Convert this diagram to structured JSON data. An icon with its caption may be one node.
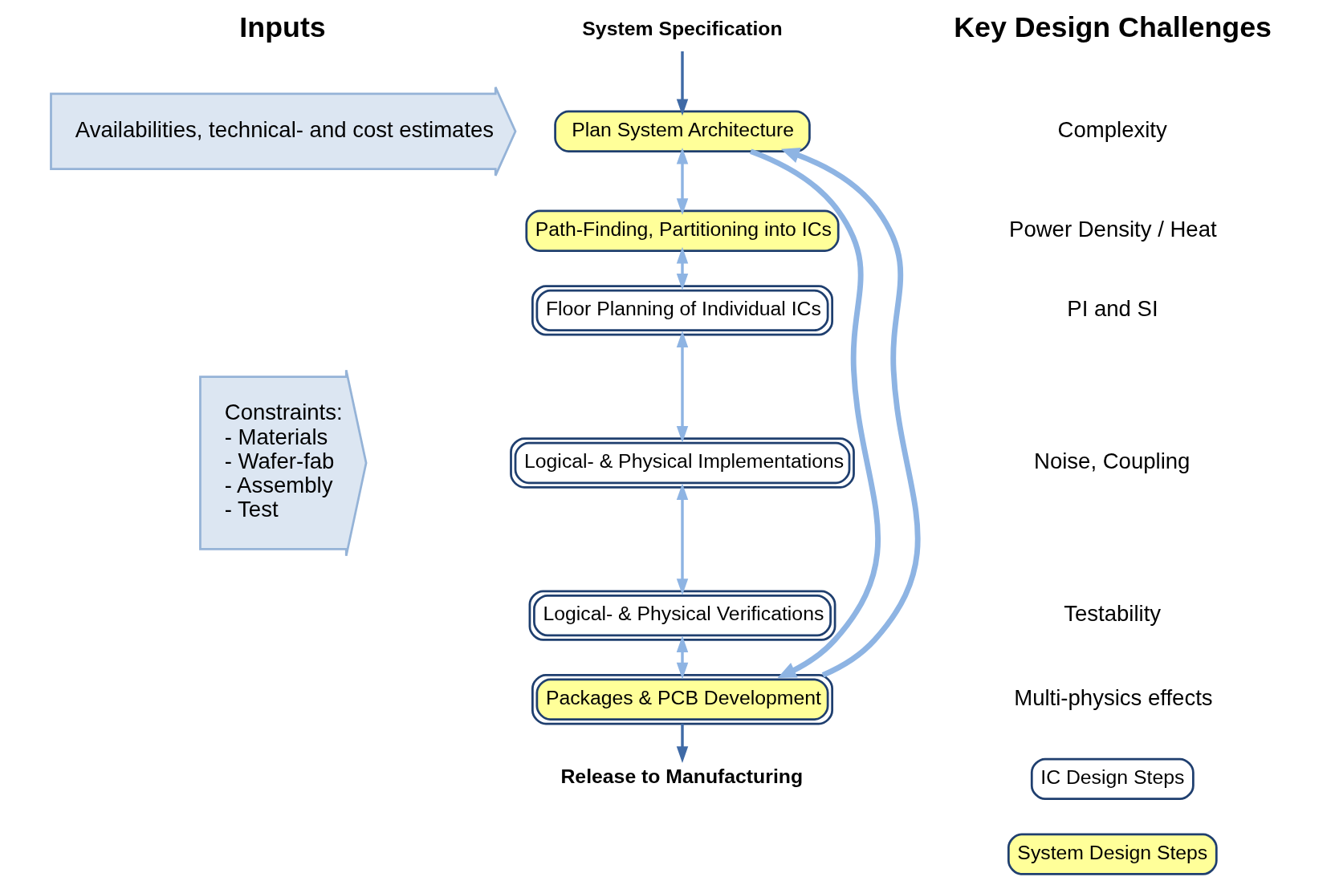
{
  "diagram": {
    "nodes": [
      {
        "text": [
          "Availabilities, technical- and cost estimates"
        ]
      },
      {
        "text": [
          "Constraints:",
          "- Materials",
          "- Wafer-fab",
          "- Assembly",
          "- Test"
        ]
      },
      {
        "text": [
          "System Specification"
        ]
      },
      {
        "text": [
          "Plan System Architecture"
        ]
      },
      {
        "text": [
          "Path-Finding, Partitioning into ICs"
        ]
      },
      {
        "text": [
          "Floor Planning of Individual ICs"
        ]
      },
      {
        "text": [
          "Logical- & Physical Implementations"
        ]
      },
      {
        "text": [
          "Logical- & Physical Verifications"
        ]
      },
      {
        "text": [
          "Packages & PCB Development"
        ]
      },
      {
        "text": [
          "Release to Manufacturing"
        ]
      }
    ],
    "edges": [
      {
        "from": 2,
        "to": 3,
        "arrow": "to",
        "color": "#3f6aa6"
      },
      {
        "from": 3,
        "to": 4,
        "arrow": "both"
      },
      {
        "from": 4,
        "to": 5,
        "arrow": "both"
      },
      {
        "from": 5,
        "to": 6,
        "arrow": "both"
      },
      {
        "from": 6,
        "to": 7,
        "arrow": "both"
      },
      {
        "from": 7,
        "to": 8,
        "arrow": "both"
      },
      {
        "from": 8,
        "to": 9,
        "arrow": "to",
        "color": "#3f6aa6"
      },
      {
        "from": 3,
        "to": 8,
        "arrow": "to",
        "style": "thick"
      },
      {
        "from": 8,
        "to": 3,
        "arrow": "to",
        "style": "thick"
      }
    ],
    "labels": [
      "Inputs",
      "Key Design Challenges",
      "Complexity",
      "Power Density / Heat",
      "PI and SI",
      "Noise, Coupling",
      "Testability",
      "Multi-physics effects"
    ],
    "legend": [
      {
        "text": "IC Design Steps",
        "color": "#ffffff"
      },
      {
        "text": "System Design Steps",
        "color": "#ffff99"
      }
    ]
  }
}
